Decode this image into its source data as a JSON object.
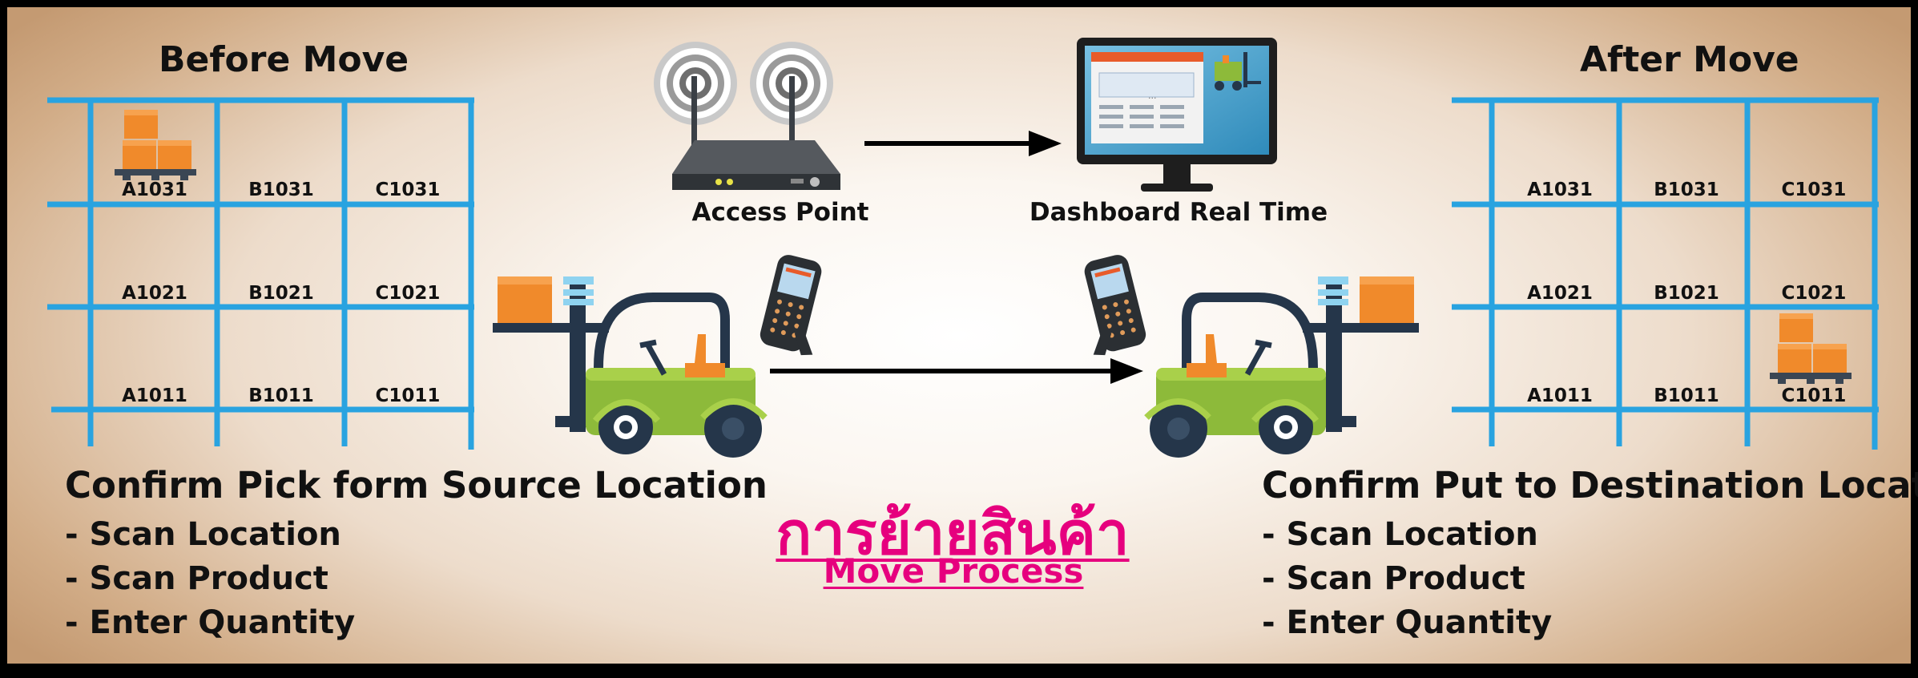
{
  "before": {
    "heading": "Before Move",
    "rows": [
      [
        "A1031",
        "B1031",
        "C1031"
      ],
      [
        "A1021",
        "B1021",
        "C1021"
      ],
      [
        "A1011",
        "B1011",
        "C1011"
      ]
    ],
    "block_title": "Confirm Pick form Source Location",
    "steps": [
      "- Scan Location",
      "- Scan Product",
      "- Enter Quantity"
    ]
  },
  "after": {
    "heading": "After Move",
    "rows": [
      [
        "A1031",
        "B1031",
        "C1031"
      ],
      [
        "A1021",
        "B1021",
        "C1021"
      ],
      [
        "A1011",
        "B1011",
        "C1011"
      ]
    ],
    "block_title": "Confirm Put to Destination Location",
    "steps": [
      "- Scan Location",
      "- Scan Product",
      "- Enter Quantity"
    ]
  },
  "access_point_label": "Access Point",
  "dashboard_label": "Dashboard Real Time",
  "dashboard_screen_text": "...",
  "title_th": "การย้ายสินค้า",
  "title_en": "Move Process",
  "icons": [
    "wifi-signal-icon",
    "router-icon",
    "monitor-icon",
    "handheld-scanner-icon",
    "forklift-icon",
    "box-stack-icon",
    "arrow-right-icon"
  ],
  "colors": {
    "rack": "#29a3e0",
    "title": "#e6007e",
    "box": "#f08a2b",
    "forklift_body": "#8dba3a",
    "forklift_frame": "#25364a"
  }
}
